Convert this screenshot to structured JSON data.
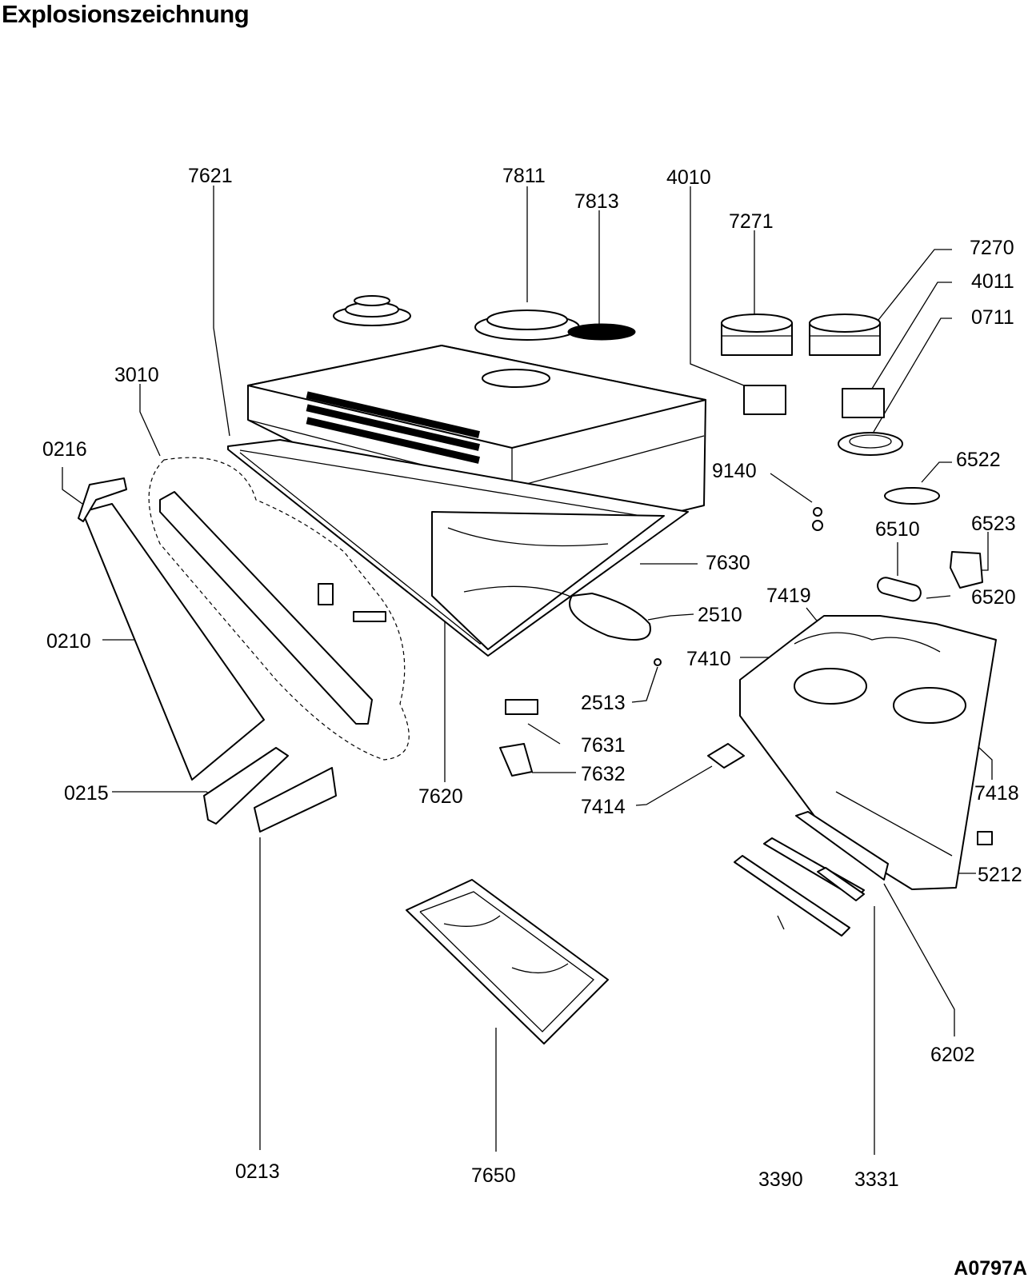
{
  "header": {
    "title": "Explosionszeichnung"
  },
  "footer": {
    "drawing_code": "A0797A"
  },
  "parts": [
    {
      "id": "p7621",
      "label": "7621"
    },
    {
      "id": "p7811",
      "label": "7811"
    },
    {
      "id": "p7813",
      "label": "7813"
    },
    {
      "id": "p4010",
      "label": "4010"
    },
    {
      "id": "p7271",
      "label": "7271"
    },
    {
      "id": "p7270",
      "label": "7270"
    },
    {
      "id": "p4011",
      "label": "4011"
    },
    {
      "id": "p0711",
      "label": "0711"
    },
    {
      "id": "p3010",
      "label": "3010"
    },
    {
      "id": "p0216",
      "label": "0216"
    },
    {
      "id": "p9140",
      "label": "9140"
    },
    {
      "id": "p6522",
      "label": "6522"
    },
    {
      "id": "p6510",
      "label": "6510"
    },
    {
      "id": "p6523",
      "label": "6523"
    },
    {
      "id": "p7630",
      "label": "7630"
    },
    {
      "id": "p6520",
      "label": "6520"
    },
    {
      "id": "p7419",
      "label": "7419"
    },
    {
      "id": "p2510",
      "label": "2510"
    },
    {
      "id": "p0210",
      "label": "0210"
    },
    {
      "id": "p7410",
      "label": "7410"
    },
    {
      "id": "p2513",
      "label": "2513"
    },
    {
      "id": "p7631",
      "label": "7631"
    },
    {
      "id": "p7632",
      "label": "7632"
    },
    {
      "id": "p0215",
      "label": "0215"
    },
    {
      "id": "p7620",
      "label": "7620"
    },
    {
      "id": "p7418",
      "label": "7418"
    },
    {
      "id": "p7414",
      "label": "7414"
    },
    {
      "id": "p5212",
      "label": "5212"
    },
    {
      "id": "p6202",
      "label": "6202"
    },
    {
      "id": "p0213",
      "label": "0213"
    },
    {
      "id": "p7650",
      "label": "7650"
    },
    {
      "id": "p3390",
      "label": "3390"
    },
    {
      "id": "p3331",
      "label": "3331"
    }
  ]
}
